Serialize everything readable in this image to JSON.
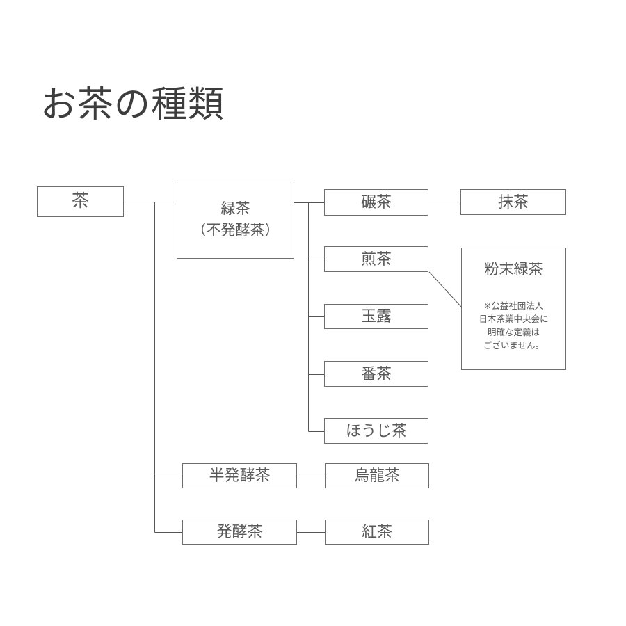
{
  "page": {
    "title": "お茶の種類",
    "background": "#ffffff"
  },
  "colors": {
    "title_text": "#3d3d3d",
    "box_border": "#6e6e6e",
    "box_text": "#595959",
    "connector": "#555555"
  },
  "diagram": {
    "type": "tree",
    "nodes": {
      "cha": {
        "label": "茶"
      },
      "ryokucha": {
        "label_line1": "緑茶",
        "label_line2": "（不発酵茶）"
      },
      "tencha": {
        "label": "碾茶"
      },
      "matcha": {
        "label": "抹茶"
      },
      "sencha": {
        "label": "煎茶"
      },
      "funmatsu_ryokucha": {
        "label": "粉末緑茶",
        "note_line1": "※公益社団法人",
        "note_line2": "日本茶業中央会に",
        "note_line3": "明確な定義は",
        "note_line4": "ございません。"
      },
      "gyokuro": {
        "label": "玉露"
      },
      "bancha": {
        "label": "番茶"
      },
      "houjicha": {
        "label": "ほうじ茶"
      },
      "han_hakkocha": {
        "label": "半発酵茶"
      },
      "uroncha": {
        "label": "烏龍茶"
      },
      "hakkocha": {
        "label": "発酵茶"
      },
      "kocha": {
        "label": "紅茶"
      }
    },
    "edges": [
      "茶 → 緑茶（不発酵茶）",
      "茶 → 半発酵茶",
      "茶 → 発酵茶",
      "緑茶（不発酵茶） → 碾茶",
      "緑茶（不発酵茶） → 煎茶",
      "緑茶（不発酵茶） → 玉露",
      "緑茶（不発酵茶） → 番茶",
      "緑茶（不発酵茶） → ほうじ茶",
      "碾茶 → 抹茶",
      "煎茶 → 粉末緑茶",
      "半発酵茶 → 烏龍茶",
      "発酵茶 → 紅茶"
    ]
  }
}
